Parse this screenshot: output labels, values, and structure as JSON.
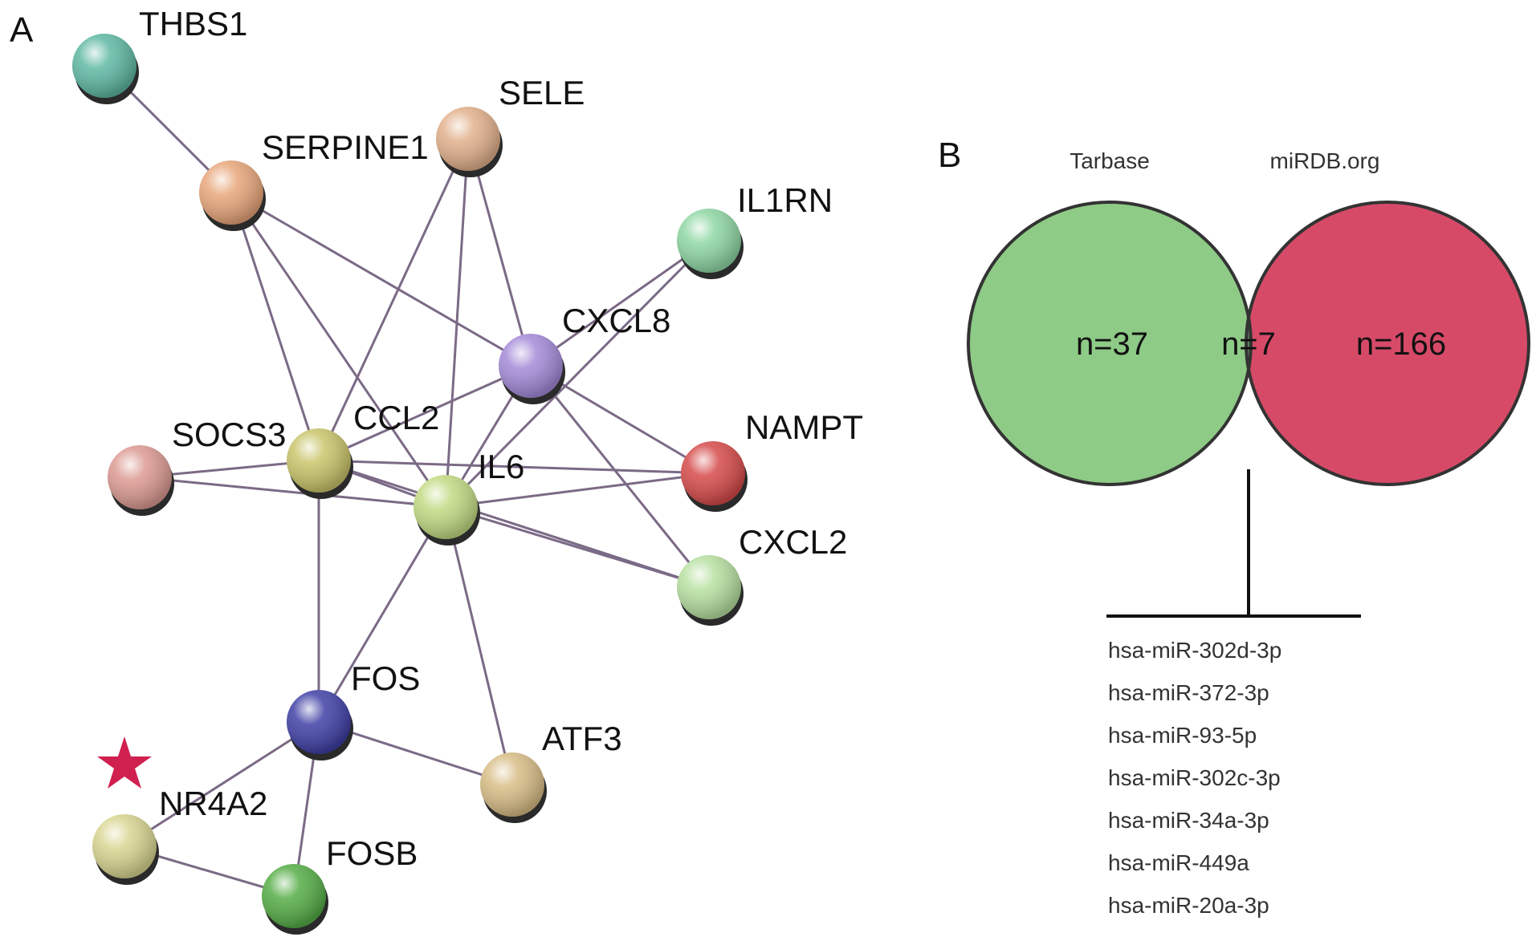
{
  "panel_a": {
    "letter": "A",
    "nodes": [
      {
        "id": "THBS1",
        "label": "THBS1",
        "color": "#5fb8a3"
      },
      {
        "id": "SELE",
        "label": "SELE",
        "color": "#e2b08c"
      },
      {
        "id": "SERPINE1",
        "label": "SERPINE1",
        "color": "#e8a67a"
      },
      {
        "id": "IL1RN",
        "label": "IL1RN",
        "color": "#8fd7a4"
      },
      {
        "id": "CXCL8",
        "label": "CXCL8",
        "color": "#a48ad8"
      },
      {
        "id": "SOCS3",
        "label": "SOCS3",
        "color": "#dc9a92"
      },
      {
        "id": "CCL2",
        "label": "CCL2",
        "color": "#c9c46a"
      },
      {
        "id": "IL6",
        "label": "IL6",
        "color": "#c2db83"
      },
      {
        "id": "NAMPT",
        "label": "NAMPT",
        "color": "#d64a4a"
      },
      {
        "id": "CXCL2",
        "label": "CXCL2",
        "color": "#b7e0a0"
      },
      {
        "id": "FOS",
        "label": "FOS",
        "color": "#3f3fa6"
      },
      {
        "id": "ATF3",
        "label": "ATF3",
        "color": "#d8bd86"
      },
      {
        "id": "NR4A2",
        "label": "NR4A2",
        "color": "#d8d590"
      },
      {
        "id": "FOSB",
        "label": "FOSB",
        "color": "#55ad46"
      }
    ],
    "edges": [
      [
        "THBS1",
        "SERPINE1"
      ],
      [
        "SERPINE1",
        "CXCL8"
      ],
      [
        "SERPINE1",
        "CCL2"
      ],
      [
        "SERPINE1",
        "IL6"
      ],
      [
        "SELE",
        "CXCL8"
      ],
      [
        "SELE",
        "IL6"
      ],
      [
        "SELE",
        "CCL2"
      ],
      [
        "IL1RN",
        "CXCL8"
      ],
      [
        "IL1RN",
        "IL6"
      ],
      [
        "CXCL8",
        "IL6"
      ],
      [
        "CXCL8",
        "NAMPT"
      ],
      [
        "CXCL8",
        "CXCL2"
      ],
      [
        "CXCL8",
        "CCL2"
      ],
      [
        "SOCS3",
        "CCL2"
      ],
      [
        "SOCS3",
        "IL6"
      ],
      [
        "CCL2",
        "IL6"
      ],
      [
        "CCL2",
        "NAMPT"
      ],
      [
        "CCL2",
        "CXCL2"
      ],
      [
        "CCL2",
        "FOS"
      ],
      [
        "IL6",
        "NAMPT"
      ],
      [
        "IL6",
        "CXCL2"
      ],
      [
        "IL6",
        "FOS"
      ],
      [
        "IL6",
        "ATF3"
      ],
      [
        "FOS",
        "ATF3"
      ],
      [
        "FOS",
        "NR4A2"
      ],
      [
        "FOS",
        "FOSB"
      ],
      [
        "NR4A2",
        "FOSB"
      ]
    ],
    "edge_color": "#7b6a86",
    "marker": {
      "target": "NR4A2",
      "shape": "star-icon",
      "color": "#d0204f"
    }
  },
  "panel_b": {
    "letter": "B",
    "sets": [
      {
        "name": "Tarbase",
        "color": "#8ecb86",
        "count": "n=37"
      },
      {
        "name": "miRDB.org",
        "color": "#d64a68",
        "count": "n=166"
      }
    ],
    "overlap": {
      "count": "n=7",
      "color": "#5e7f5a"
    },
    "mirnas": [
      "hsa-miR-302d-3p",
      "hsa-miR-372-3p",
      "hsa-miR-93-5p",
      "hsa-miR-302c-3p",
      "hsa-miR-34a-3p",
      "hsa-miR-449a",
      "hsa-miR-20a-3p"
    ]
  }
}
